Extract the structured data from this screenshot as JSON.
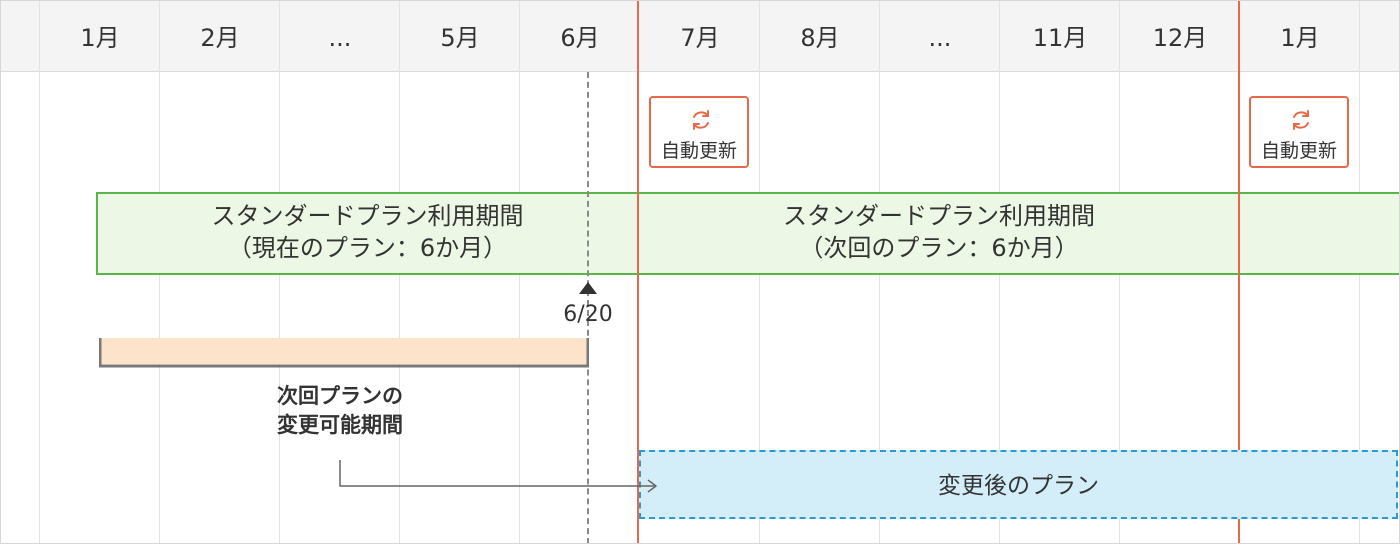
{
  "months": [
    "1月",
    "2月",
    "...",
    "5月",
    "6月",
    "7月",
    "8月",
    "...",
    "11月",
    "12月",
    "1月"
  ],
  "renewal_badges": [
    "自動更新",
    "自動更新"
  ],
  "current_plan": {
    "line1": "スタンダードプラン利用期間",
    "line2": "（現在のプラン：6か月）"
  },
  "next_plan": {
    "line1": "スタンダードプラン利用期間",
    "line2": "（次回のプラン：6か月）"
  },
  "marker_date": "6/20",
  "change_period": {
    "line1": "次回プランの",
    "line2": "変更可能期間"
  },
  "new_plan_label": "変更後のプラン",
  "icons": {
    "renewal": "refresh-icon",
    "marker": "triangle-up-icon",
    "arrow": "arrow-right-icon"
  },
  "colors": {
    "renewal_accent": "#e8694a",
    "plan_fill": "#edf7e6",
    "plan_border": "#58b646",
    "change_fill": "#fde3c9",
    "new_plan_fill": "#d4eef9",
    "new_plan_border": "#2b9ad4"
  }
}
